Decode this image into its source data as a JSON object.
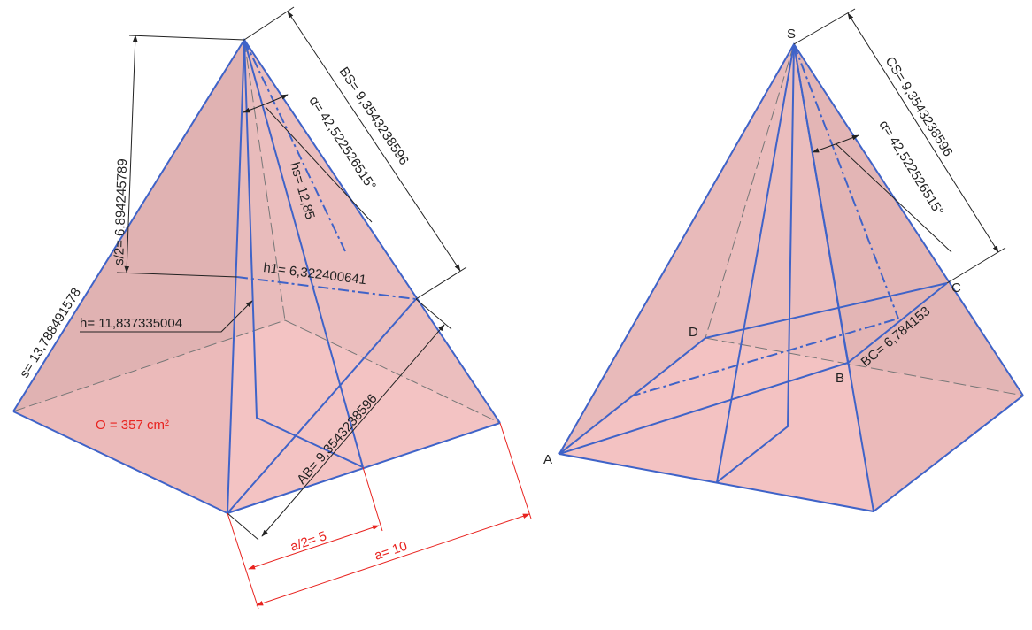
{
  "colors": {
    "edge": "#3f63c8",
    "dim_line": "#222222",
    "accent_red": "#e8231f",
    "face_fill": "#e0aeae",
    "base_fill": "#f7c8c8",
    "face_stroke": "#5a5a5a"
  },
  "left_figure": {
    "labels": {
      "edge_s": "s= 13,788491578",
      "half_s": "s/2= 6,894245789",
      "edge_bs": "BS= 9,3543238596",
      "angle": "α= 42,522526515°",
      "hs": "hs= 12,85",
      "h1": "h1= 6,322400641",
      "h": "h= 11,837335004",
      "ab": "AB= 9,3543238596",
      "surface": "O = 357 cm²",
      "half_a": "a/2= 5",
      "a": "a= 10"
    }
  },
  "right_figure": {
    "vertices": {
      "s": "S",
      "a": "A",
      "b": "B",
      "c": "C",
      "d": "D"
    },
    "labels": {
      "edge_cs": "CS= 9,3543238596",
      "angle": "α= 42,522526515°",
      "bc": "BC= 6,784153"
    }
  }
}
